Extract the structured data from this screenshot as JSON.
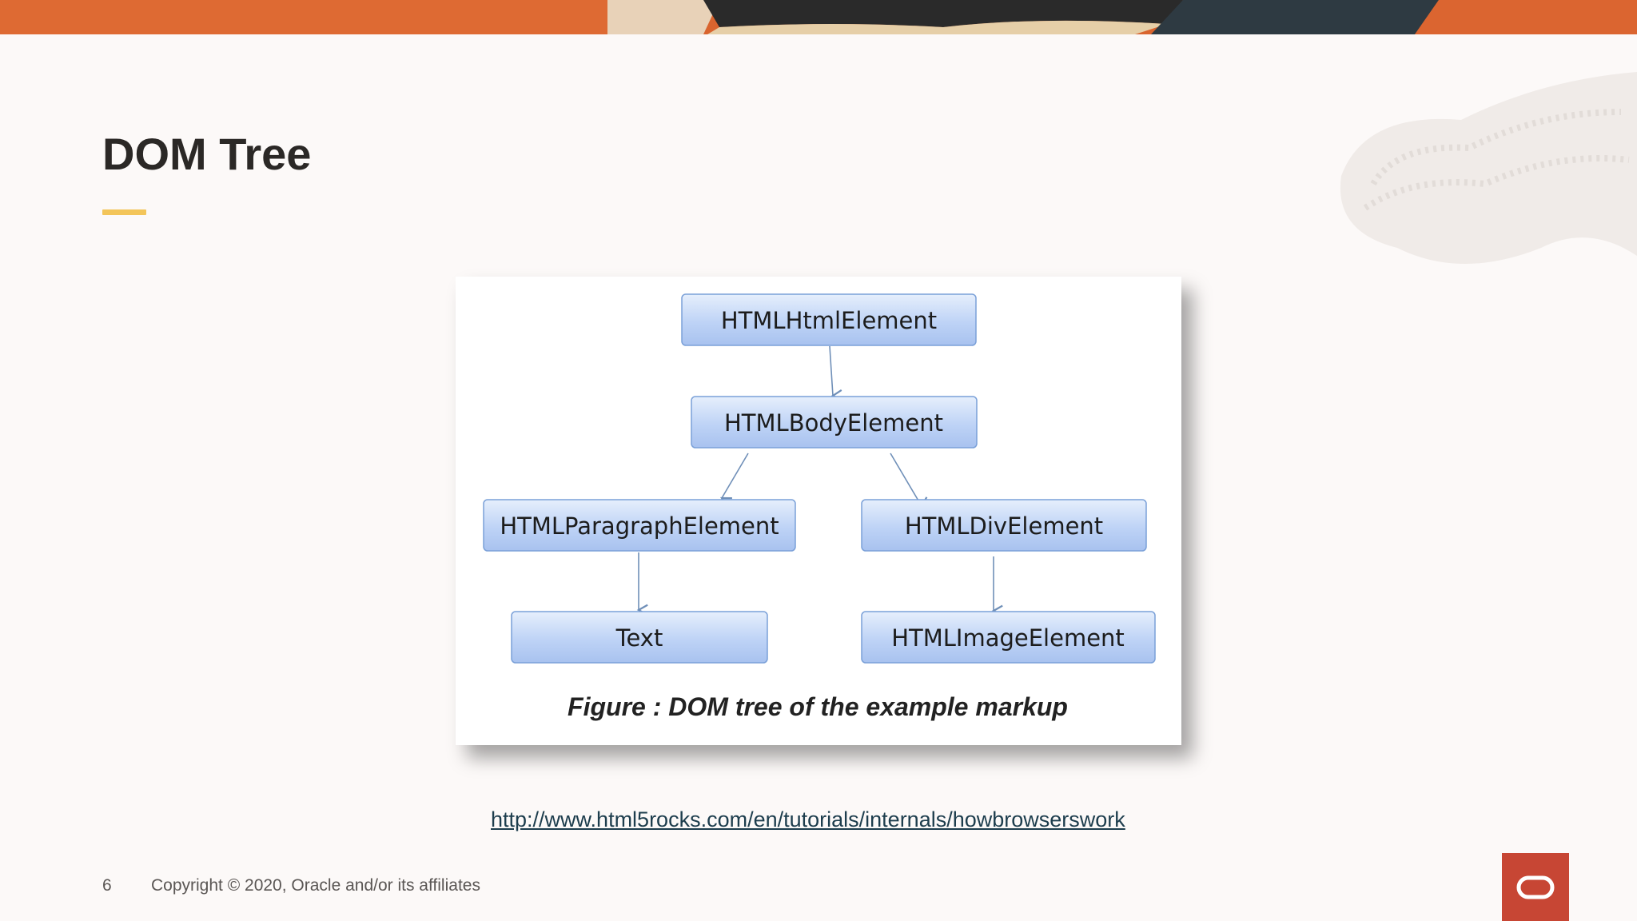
{
  "slide": {
    "title": "DOM Tree",
    "source_link": "http://www.html5rocks.com/en/tutorials/internals/howbrowserswork",
    "page_number": "6",
    "copyright": "Copyright © 2020, Oracle and/or its affiliates"
  },
  "figure": {
    "nodes": {
      "html": "HTMLHtmlElement",
      "body": "HTMLBodyElement",
      "paragraph": "HTMLParagraphElement",
      "div": "HTMLDivElement",
      "text": "Text",
      "image": "HTMLImageElement"
    },
    "caption": "Figure : DOM tree of the example markup"
  },
  "colors": {
    "accent_underline": "#f3c55a",
    "logo_red": "#c74634",
    "banner_orange": "#d9642e",
    "banner_dark": "#2e3a42"
  },
  "icons": {
    "logo": "oracle-logo-icon"
  }
}
